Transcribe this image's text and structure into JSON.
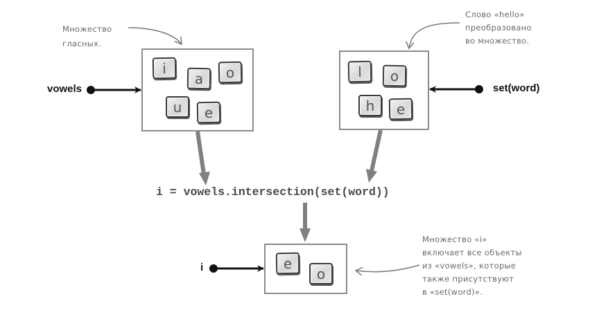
{
  "sets": {
    "vowels": {
      "pointer_label": "vowels",
      "elements": [
        "i",
        "a",
        "o",
        "u",
        "e"
      ]
    },
    "word_set": {
      "pointer_label": "set(word)",
      "elements": [
        "l",
        "o",
        "h",
        "e"
      ]
    },
    "result": {
      "pointer_label": "i",
      "elements": [
        "e",
        "o"
      ]
    }
  },
  "code": "i = vowels.intersection(set(word))",
  "annotations": {
    "vowels_note": [
      "Множество",
      "гласных."
    ],
    "word_note": [
      "Слово «hello»",
      "преобразовано",
      "во множество."
    ],
    "result_note": [
      "Множество «i»",
      "включает все объекты",
      "из «vowels», которые",
      "также присутствуют",
      "в «set(word)»."
    ]
  },
  "colors": {
    "box_border": "#8a8a8a",
    "flow_arrow": "#808080",
    "pointer_arrow": "#111111",
    "annotation_text": "#6a6a6a",
    "code_text": "#4a4a4a"
  }
}
